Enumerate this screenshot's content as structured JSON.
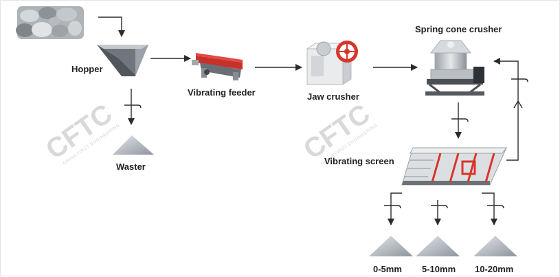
{
  "watermark": {
    "logo": "CFTC",
    "tagline": "CHINA FIRST ENGINEERING"
  },
  "labels": {
    "hopper": "Hopper",
    "vibrating_feeder": "Vibrating feeder",
    "jaw_crusher": "Jaw crusher",
    "spring_cone_crusher": "Spring cone crusher",
    "vibrating_screen": "Vibrating screen",
    "waster": "Waster",
    "out_0_5": "0-5mm",
    "out_5_10": "5-10mm",
    "out_10_20": "10-20mm"
  },
  "colors": {
    "arrow": "#2b2b2b",
    "accent_red": "#d8352a",
    "machine_grey": "#c9ccd0",
    "pile": "#b7bcc3",
    "watermark": "#d9d9d9"
  }
}
